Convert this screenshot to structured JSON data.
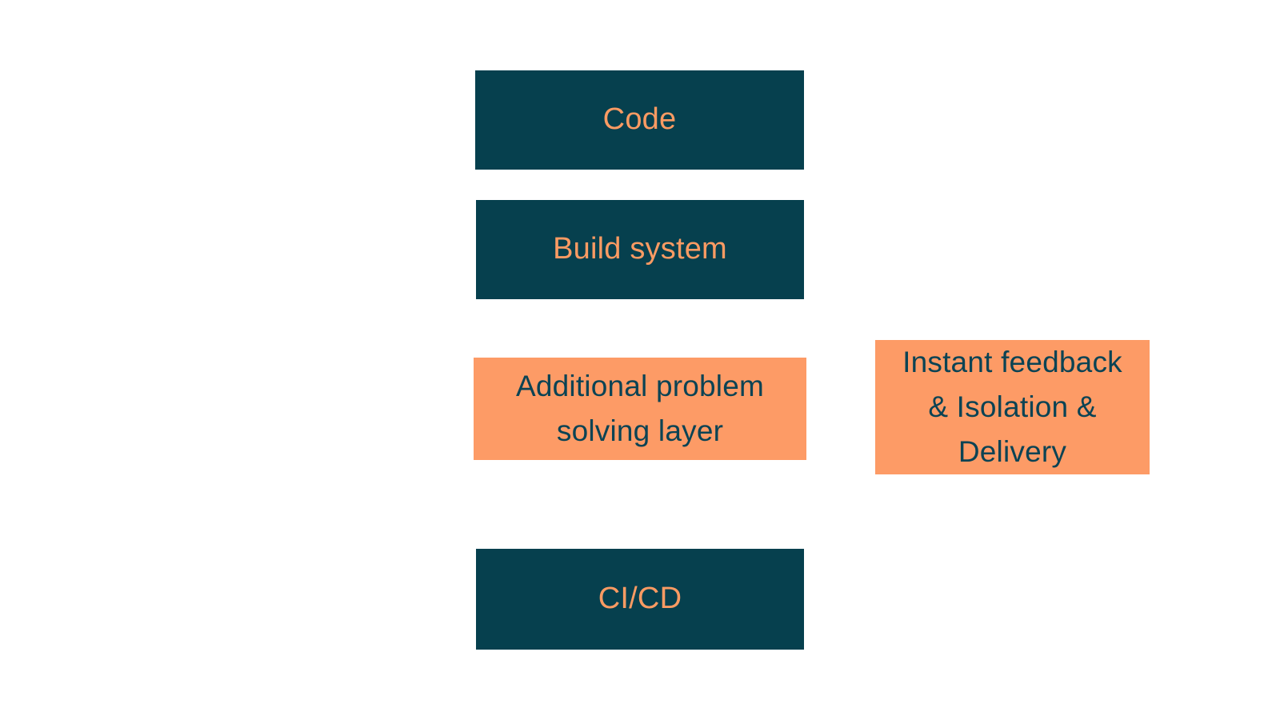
{
  "diagram": {
    "title": "",
    "background": "#ffffff",
    "palette": {
      "dark_block_fill": "#06404E",
      "dark_block_text": "#FB9B63",
      "orange_block_fill": "#FD9B66",
      "orange_block_text": "#0B4354"
    },
    "nodes": [
      {
        "id": "code",
        "label": "Code",
        "style": "dark",
        "column": "main",
        "order": 1
      },
      {
        "id": "build-system",
        "label": "Build system",
        "style": "dark",
        "column": "main",
        "order": 2
      },
      {
        "id": "additional-layer",
        "label": "Additional problem\nsolving layer",
        "style": "orange",
        "column": "main",
        "order": 3
      },
      {
        "id": "instant-feedback",
        "label": "Instant feedback\n& Isolation &\nDelivery",
        "style": "orange",
        "column": "right",
        "order": 1
      },
      {
        "id": "cicd",
        "label": "CI/CD",
        "style": "dark",
        "column": "main",
        "order": 4
      }
    ]
  }
}
